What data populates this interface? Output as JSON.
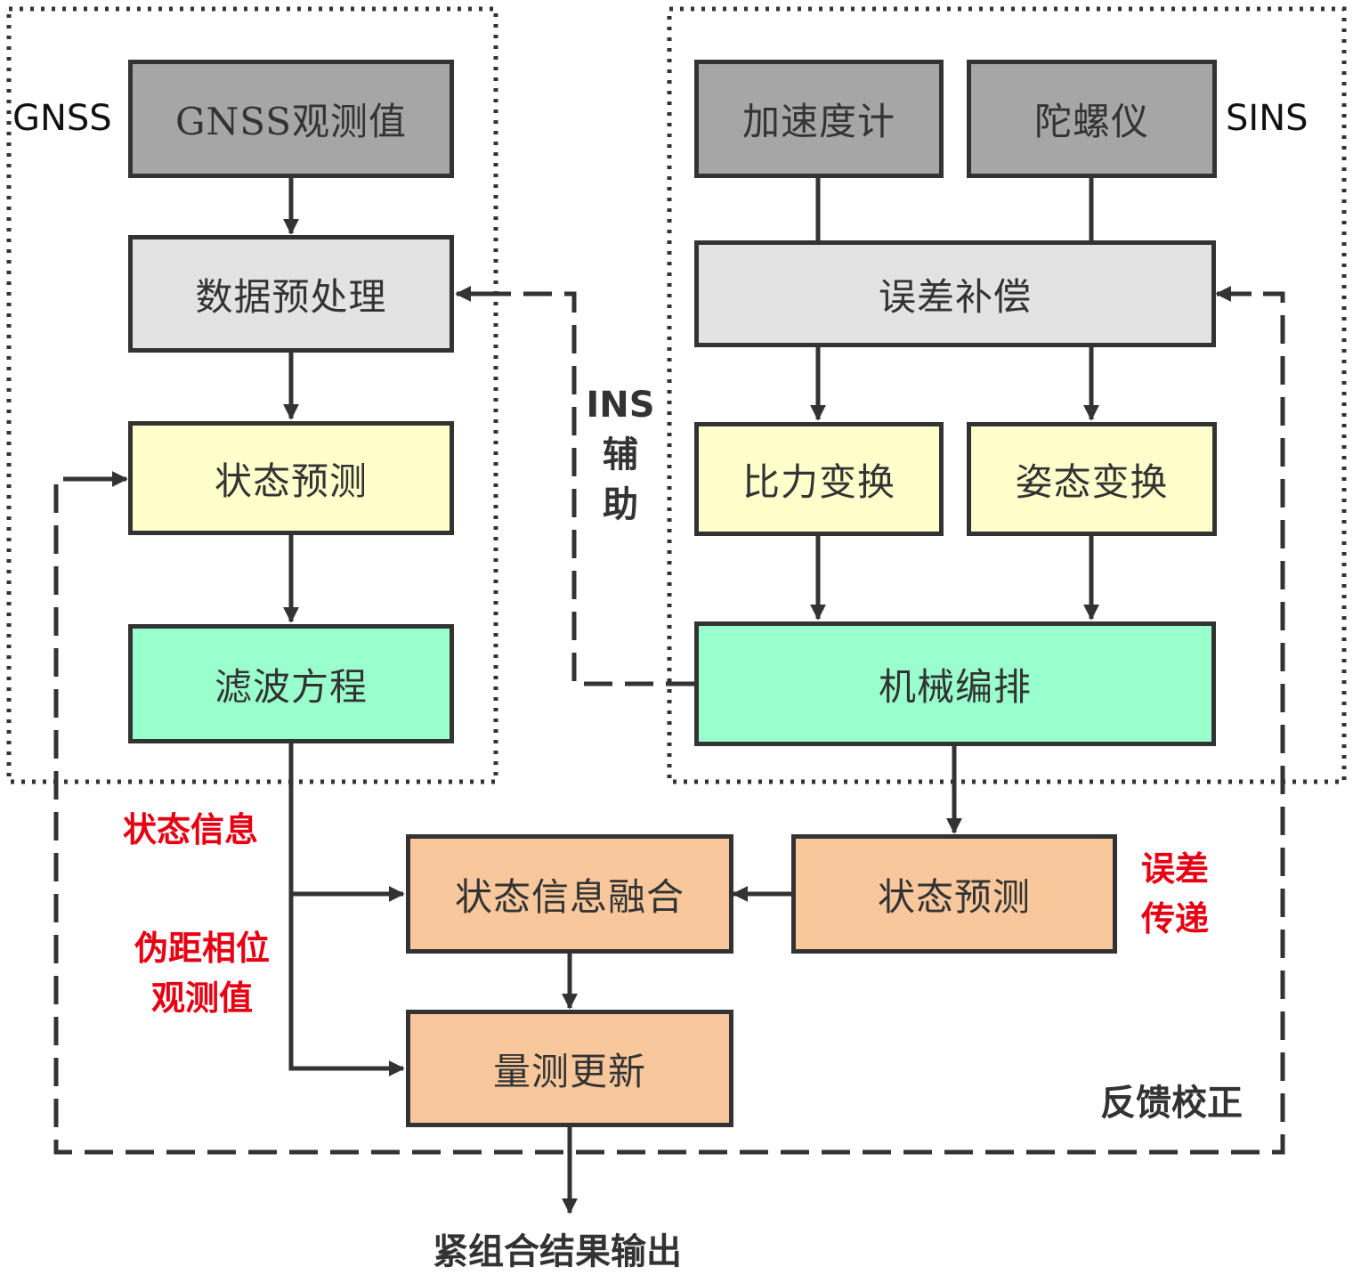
{
  "colors": {
    "box_gray": "#a6a6a6",
    "box_light": "#e3e3e3",
    "box_yellow": "#ffffcc",
    "box_green": "#99ffcc",
    "box_orange": "#f8c89c",
    "line": "#333333",
    "label_red": "#e60012"
  },
  "groups": {
    "gnss_tag": "GNSS",
    "sins_tag": "SINS"
  },
  "gnss_column": {
    "observations": "GNSS观测值",
    "preprocessing": "数据预处理",
    "state_prediction": "状态预测",
    "filter_equation": "滤波方程"
  },
  "sins_column": {
    "accelerometer": "加速度计",
    "gyroscope": "陀螺仪",
    "error_compensation": "误差补偿",
    "specific_force_transform": "比力变换",
    "attitude_transform": "姿态变换",
    "mechanization": "机械编排"
  },
  "fusion": {
    "state_info_fusion": "状态信息融合",
    "state_prediction": "状态预测",
    "measurement_update": "量测更新"
  },
  "labels": {
    "ins_aid_1": "INS",
    "ins_aid_2": "辅",
    "ins_aid_3": "助",
    "state_info": "状态信息",
    "pseudorange_1": "伪距相位",
    "pseudorange_2": "观测值",
    "error_prop_1": "误差",
    "error_prop_2": "传递",
    "feedback": "反馈校正",
    "output": "紧组合结果输出"
  }
}
